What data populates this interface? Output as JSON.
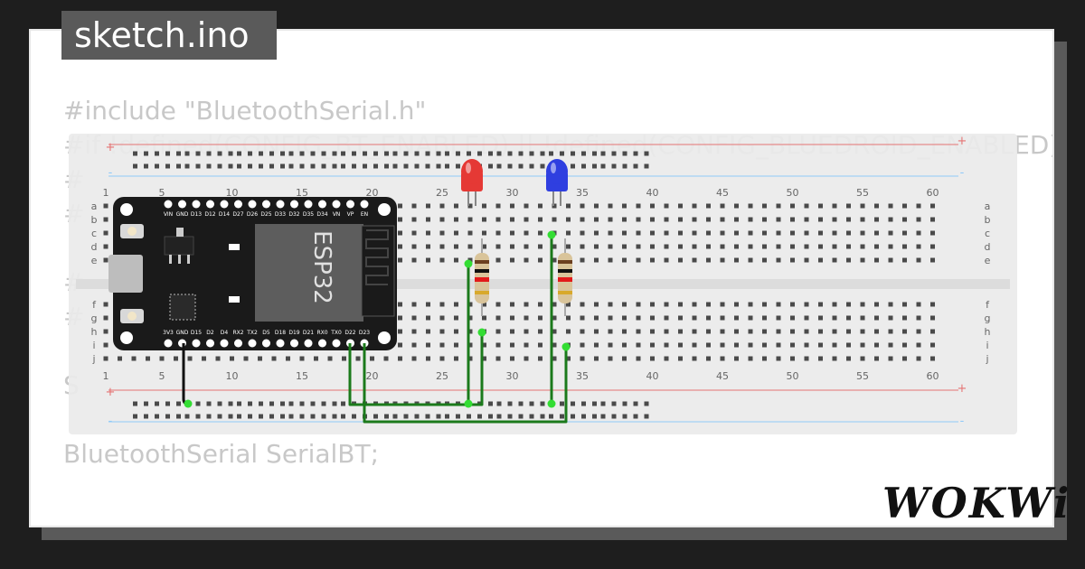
{
  "window": {
    "tab_title": "sketch.ino"
  },
  "code_lines": [
    "#include \"BluetoothSerial.h\"",
    "#if !defined(CONFIG_BT_ENABLED) || !defined(CONFIG_BLUEDROID_ENABLED)",
    "#",
    "#",
    "",
    "#",
    "#",
    "",
    "S",
    "",
    "BluetoothSerial SerialBT;"
  ],
  "breadboard": {
    "column_numbers": [
      "1",
      "5",
      "10",
      "15",
      "20",
      "25",
      "30",
      "35",
      "40",
      "45",
      "50",
      "55",
      "60"
    ],
    "row_letters_top": [
      "a",
      "b",
      "c",
      "d",
      "e"
    ],
    "row_letters_bottom": [
      "f",
      "g",
      "h",
      "i",
      "j"
    ],
    "rail_plus": "+",
    "rail_minus": "-",
    "rail_colors": {
      "plus": "#e57373",
      "minus": "#90caf9"
    }
  },
  "esp32": {
    "chip_label": "ESP32",
    "top_pins": [
      "VIN",
      "GND",
      "D13",
      "D12",
      "D14",
      "D27",
      "D26",
      "D25",
      "D33",
      "D32",
      "D35",
      "D34",
      "VN",
      "VP",
      "EN"
    ],
    "bottom_pins": [
      "3V3",
      "GND",
      "D15",
      "D2",
      "D4",
      "RX2",
      "TX2",
      "D5",
      "D18",
      "D19",
      "D21",
      "RX0",
      "TX0",
      "D22",
      "D23"
    ]
  },
  "leds": [
    {
      "color": "#e53935",
      "name": "red-led"
    },
    {
      "color": "#2f3fe0",
      "name": "blue-led"
    }
  ],
  "wire_colors": {
    "signal": "#1b7a1b",
    "ground": "#111111",
    "pin_highlight": "#33dd33"
  },
  "branding": {
    "logo": "WOKWi"
  }
}
